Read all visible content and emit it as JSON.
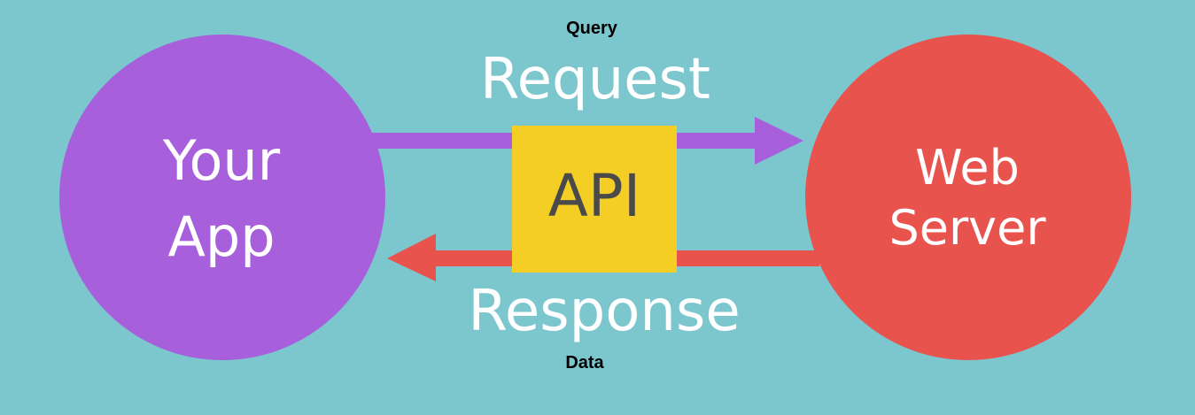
{
  "labels": {
    "query": "Query",
    "request": "Request",
    "response": "Response",
    "data": "Data"
  },
  "nodes": {
    "your_app": {
      "line1": "Your",
      "line2": "App",
      "color": "#a75fdc"
    },
    "api": {
      "label": "API",
      "color": "#f4ce24"
    },
    "web_server": {
      "line1": "Web",
      "line2": "Server",
      "color": "#e8534e"
    }
  },
  "arrows": {
    "request_color": "#a75fdc",
    "response_color": "#e8534e"
  },
  "background_color": "#7cc6ce"
}
